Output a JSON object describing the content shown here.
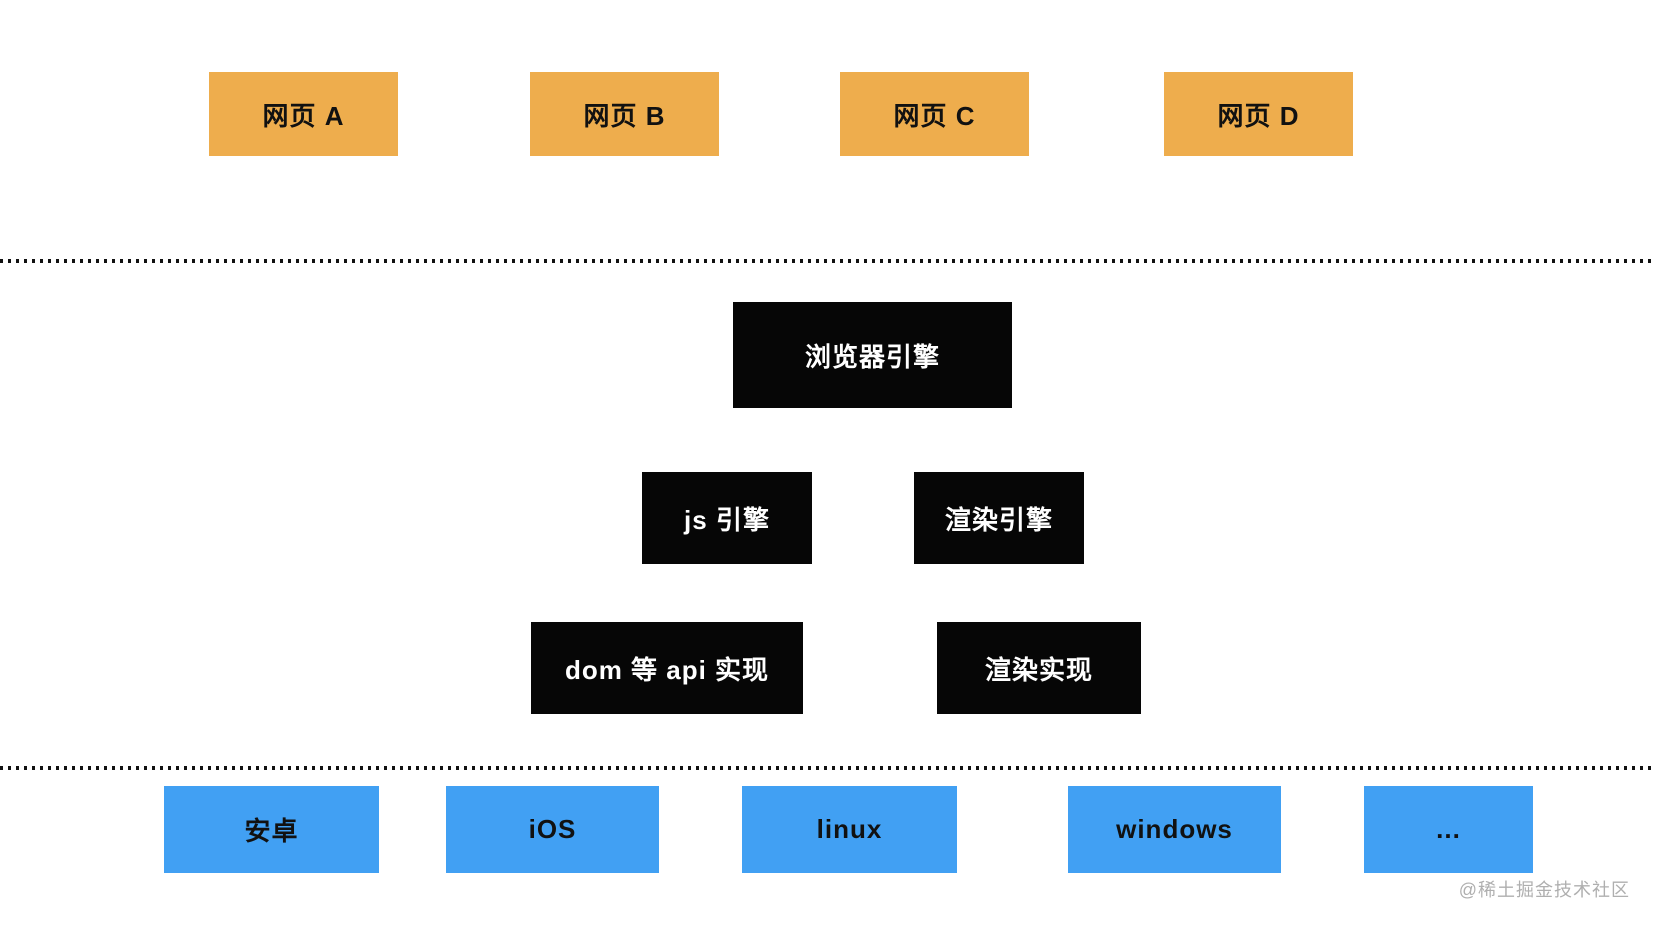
{
  "colors": {
    "webpage_box": "#eead4d",
    "engine_box": "#060606",
    "platform_box": "#41a0f3",
    "box_text_dark": "#111111",
    "box_text_light": "#ffffff",
    "divider_dot": "#111111",
    "watermark_text_color": "#afafaf",
    "background": "#ffffff"
  },
  "layers": {
    "webpages": {
      "items": [
        {
          "label": "网页 A"
        },
        {
          "label": "网页 B"
        },
        {
          "label": "网页 C"
        },
        {
          "label": "网页 D"
        }
      ]
    },
    "browser": {
      "engine": {
        "label": "浏览器引擎"
      },
      "sub_engines": [
        {
          "label": "js 引擎"
        },
        {
          "label": "渲染引擎"
        }
      ],
      "implementations": [
        {
          "label": "dom 等 api 实现"
        },
        {
          "label": "渲染实现"
        }
      ]
    },
    "platforms": {
      "items": [
        {
          "label": "安卓"
        },
        {
          "label": "iOS"
        },
        {
          "label": "linux"
        },
        {
          "label": "windows"
        },
        {
          "label": "..."
        }
      ]
    }
  },
  "watermark": {
    "text": "@稀土掘金技术社区"
  }
}
